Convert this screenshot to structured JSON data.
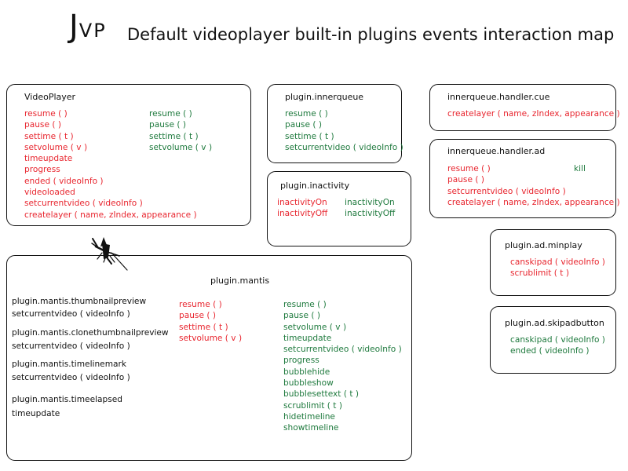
{
  "header": {
    "logo": "J",
    "logo_small": "VP",
    "title": "Default videoplayer built-in plugins events interaction map"
  },
  "colors": {
    "red": "#e8262f",
    "green": "#1f7a3e",
    "border": "#111111"
  },
  "videoplayer": {
    "title": "VideoPlayer",
    "red_items": [
      "resume ( )",
      "pause ( )",
      "settime ( t )",
      "setvolume ( v )",
      "timeupdate",
      "progress",
      "ended ( videoInfo )",
      "videoloaded",
      "setcurrentvideo ( videoInfo )",
      "createlayer ( name, zIndex, appearance )"
    ],
    "green_items": [
      "resume ( )",
      "pause ( )",
      "settime ( t )",
      "setvolume ( v )"
    ]
  },
  "innerqueue": {
    "title": "plugin.innerqueue",
    "green_items": [
      "resume ( )",
      "pause ( )",
      "settime ( t )",
      "setcurrentvideo ( videoInfo )"
    ]
  },
  "inactivity": {
    "title": "plugin.inactivity",
    "red_items": [
      "inactivityOn",
      "inactivityOff"
    ],
    "green_items": [
      "inactivityOn",
      "inactivityOff"
    ]
  },
  "handler_cue": {
    "title": "innerqueue.handler.cue",
    "red_items": [
      "createlayer ( name, zIndex, appearance )"
    ]
  },
  "handler_ad": {
    "title": "innerqueue.handler.ad",
    "red_items": [
      "resume ( )",
      "pause ( )",
      "setcurrentvideo ( videoInfo )",
      "createlayer ( name, zIndex, appearance )"
    ],
    "green_items": [
      "kill"
    ]
  },
  "ad_minplay": {
    "title": "plugin.ad.minplay",
    "red_items": [
      "canskipad ( videoInfo )",
      "scrublimit ( t )"
    ]
  },
  "ad_skipadbutton": {
    "title": "plugin.ad.skipadbutton",
    "green_items": [
      "canskipad ( videoInfo )",
      "ended ( videoInfo )"
    ]
  },
  "mantis": {
    "title": "plugin.mantis",
    "subplugins": [
      {
        "name": "plugin.mantis.thumbnailpreview",
        "green": "setcurrentvideo ( videoInfo )"
      },
      {
        "name": "plugin.mantis.clonethumbnailpreview",
        "green": "setcurrentvideo ( videoInfo )"
      },
      {
        "name": "plugin.mantis.timelinemark",
        "green": "setcurrentvideo ( videoInfo )"
      },
      {
        "name": "plugin.mantis.timeelapsed",
        "green": "timeupdate"
      }
    ],
    "red_items": [
      "resume ( )",
      "pause ( )",
      "settime ( t )",
      "setvolume ( v )"
    ],
    "green_items": [
      "resume ( )",
      "pause ( )",
      "setvolume ( v )",
      "timeupdate",
      "setcurrentvideo ( videoInfo )",
      "progress",
      "bubblehide",
      "bubbleshow",
      "bubblesettext ( t )",
      "scrublimit ( t )",
      "hidetimeline",
      "showtimeline"
    ]
  }
}
